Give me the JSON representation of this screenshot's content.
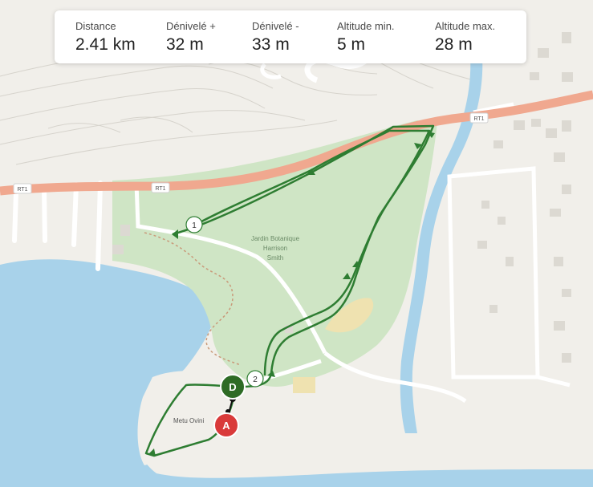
{
  "stats": {
    "distance": {
      "label": "Distance",
      "value": "2.41 km"
    },
    "gain": {
      "label": "Dénivelé +",
      "value": "32 m"
    },
    "loss": {
      "label": "Dénivelé -",
      "value": "33 m"
    },
    "alt_min": {
      "label": "Altitude min.",
      "value": "5 m"
    },
    "alt_max": {
      "label": "Altitude max.",
      "value": "28 m"
    }
  },
  "map": {
    "road_label": "RT1",
    "park_label_1": "Jardin Botanique",
    "park_label_2": "Harrison",
    "park_label_3": "Smith",
    "place_label": "Metu Ovini"
  },
  "markers": {
    "waypoint_1": "1",
    "waypoint_2": "2",
    "start": "D",
    "arrival": "A"
  },
  "colors": {
    "route": "#2e7d32",
    "start_marker": "#2e6b25",
    "arrival_marker": "#d93a3a",
    "water": "#a8d2ea",
    "park": "#cfe5c5",
    "road": "#f0a88f"
  }
}
